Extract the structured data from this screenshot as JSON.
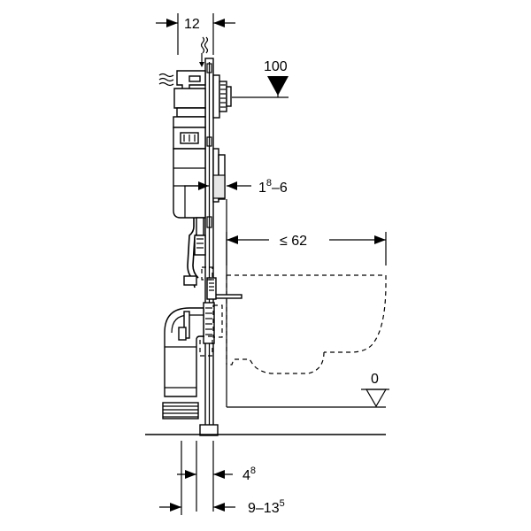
{
  "dimensions": {
    "top_width": "12",
    "flush_height": "100",
    "wall_thickness_base": "1",
    "wall_thickness_sup": "8",
    "wall_thickness_range": "–6",
    "bowl_depth": "≤ 62",
    "floor_level": "0",
    "offset_base": "4",
    "offset_sup": "8",
    "range_base": "9–13",
    "range_sup": "5"
  }
}
